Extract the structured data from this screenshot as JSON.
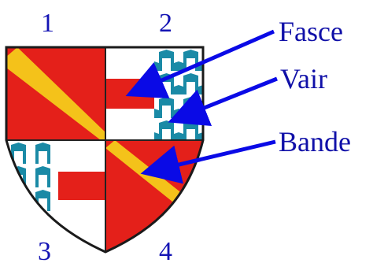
{
  "colors": {
    "red": "#e4201a",
    "gold": "#f4c21a",
    "blue": "#1a8aa6",
    "white": "#ffffff",
    "text": "#1414b4",
    "arrow": "#0a0ae6"
  },
  "quarters": [
    {
      "number": "1",
      "charge": "Bande"
    },
    {
      "number": "2",
      "charge": "Fasce and Vair"
    },
    {
      "number": "3",
      "charge": "Vair and Fasce"
    },
    {
      "number": "4",
      "charge": "Bande"
    }
  ],
  "labels": [
    "Fasce",
    "Vair",
    "Bande"
  ]
}
